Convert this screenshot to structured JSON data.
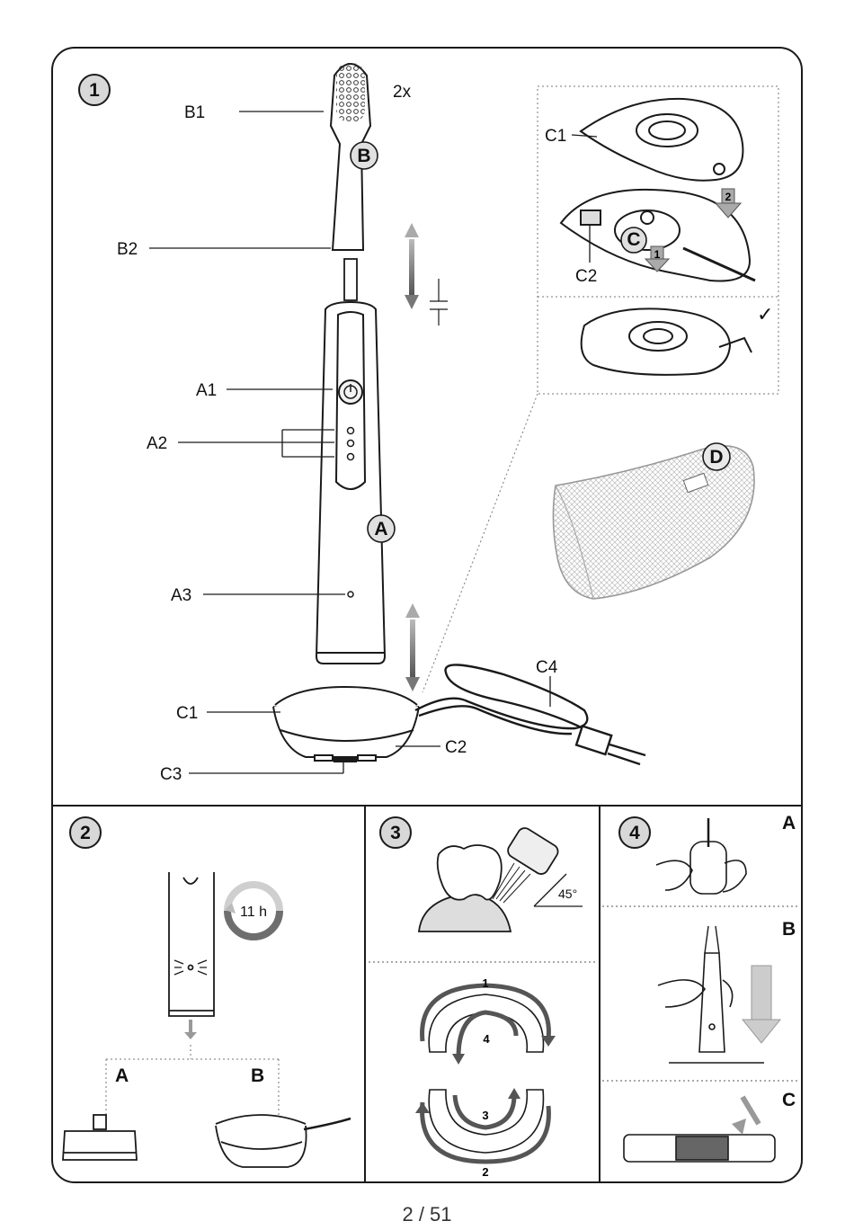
{
  "panel1": {
    "step": "1",
    "quantity": "2x",
    "labels": {
      "b1": "B1",
      "b2": "B2",
      "b": "B",
      "a1": "A1",
      "a2": "A2",
      "a": "A",
      "a3": "A3",
      "c1": "C1",
      "c2": "C2",
      "c3": "C3",
      "c4": "C4",
      "c": "C",
      "d": "D",
      "inset_c1": "C1",
      "inset_c2": "C2",
      "arrow1": "1",
      "arrow2": "2"
    },
    "check": "✓"
  },
  "panel2": {
    "step": "2",
    "timer": "11 h",
    "option_a": "A",
    "option_b": "B"
  },
  "panel3": {
    "step": "3",
    "angle": "45°",
    "seq1": "1",
    "seq2": "2",
    "seq3": "3",
    "seq4": "4"
  },
  "panel4": {
    "step": "4",
    "sub_a": "A",
    "sub_b": "B",
    "sub_c": "C"
  },
  "footer": {
    "page": "2 / 51"
  },
  "colors": {
    "line": "#1a1a1a",
    "arrow_grey": "#9a9a9a",
    "ring_dark": "#6e6e6e",
    "ring_light": "#cfcfcf"
  }
}
